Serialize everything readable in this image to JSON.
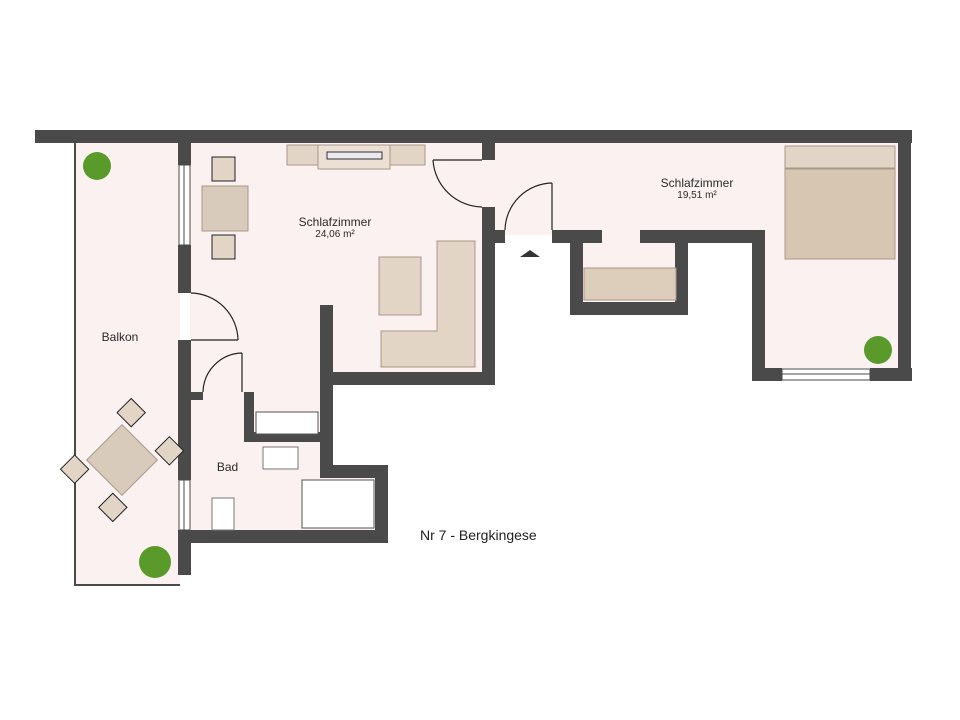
{
  "colors": {
    "wall": "#4a4a4a",
    "floor": "#fbf1f1",
    "furniture": "#e2d5c6",
    "furniture_dark": "#d6c6b2",
    "plant": "#5a9a2a",
    "background": "#ffffff"
  },
  "plan": {
    "title": "Nr 7 - Bergkingese",
    "rooms": [
      {
        "name": "Schlafzimmer",
        "area": "24,06 m²"
      },
      {
        "name": "Schlafzimmer",
        "area": "19,51 m²"
      },
      {
        "name": "Balkon",
        "area": ""
      },
      {
        "name": "Bad",
        "area": ""
      }
    ],
    "entrance_icon": "entrance-arrow-icon"
  }
}
